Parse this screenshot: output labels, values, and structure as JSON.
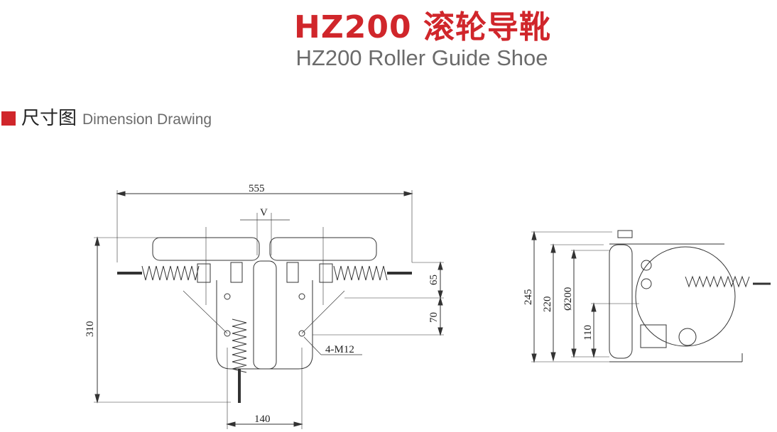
{
  "header": {
    "title_cn": "HZ200 滚轮导靴",
    "title_en": "HZ200 Roller Guide Shoe"
  },
  "section": {
    "label_cn": "尺寸图",
    "label_en": "Dimension Drawing",
    "accent_color": "#d0262b"
  },
  "front_view": {
    "width_dim": "555",
    "gap_dim": "V",
    "height_dim": "310",
    "offset_dim_1": "65",
    "offset_dim_2": "70",
    "bolt_callout": "4-M12",
    "base_width_dim": "140"
  },
  "side_view": {
    "height_dim": "245",
    "height_dim_2": "220",
    "roller_diameter": "Ø200",
    "center_height": "110"
  }
}
